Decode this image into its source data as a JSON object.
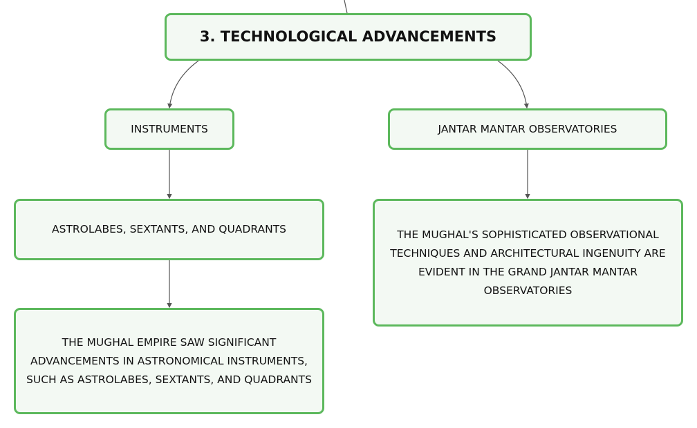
{
  "root": {
    "label": "3. TECHNOLOGICAL ADVANCEMENTS"
  },
  "branches": [
    {
      "label": "INSTRUMENTS",
      "children": [
        {
          "label": "ASTROLABES, SEXTANTS, AND QUADRANTS"
        },
        {
          "label": "THE MUGHAL EMPIRE SAW SIGNIFICANT ADVANCEMENTS IN ASTRONOMICAL INSTRUMENTS, SUCH AS ASTROLABES, SEXTANTS, AND QUADRANTS"
        }
      ]
    },
    {
      "label": "JANTAR MANTAR OBSERVATORIES",
      "children": [
        {
          "label": "THE MUGHAL'S SOPHISTICATED OBSERVATIONAL TECHNIQUES AND ARCHITECTURAL INGENUITY ARE EVIDENT IN THE GRAND JANTAR MANTAR OBSERVATORIES"
        }
      ]
    }
  ],
  "colors": {
    "border": "#5cb85c",
    "fill": "#f3f9f3",
    "connector": "#555555"
  }
}
